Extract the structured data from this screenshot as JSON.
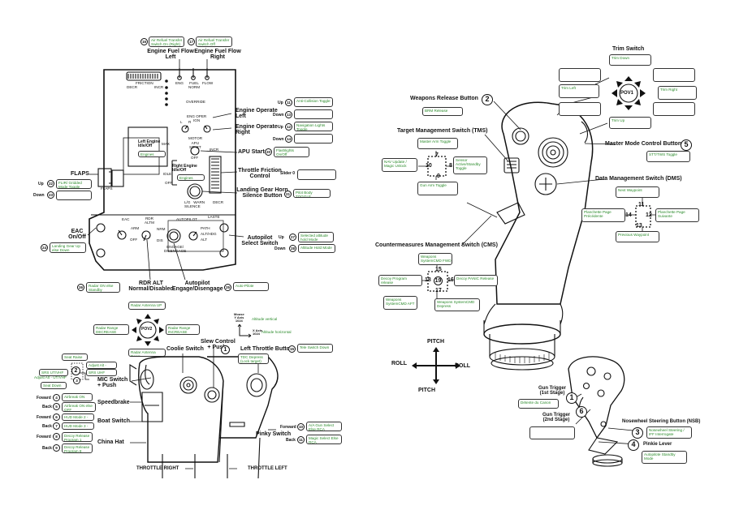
{
  "throttle_panel": {
    "engine_fuel_flow_left": "Engine Fuel Flow\nLeft",
    "engine_fuel_flow_right": "Engine Fuel Flow\nRight",
    "fuel_left_box": "Air Refuel Transfer\nSwitch On (Right)",
    "fuel_right_box": "Air Refuel Transfer\nSwitch Off",
    "num_fuel_left": "16",
    "num_fuel_right": "17",
    "panel_friction": "FRICTION",
    "panel_decr": "DECR",
    "panel_incr": "INCR",
    "panel_eng": "ENG",
    "panel_fuel_norm": "FUEL\nNORM",
    "panel_flow": "FLOW",
    "panel_override": "OVERRIDE",
    "panel_eng_oper": "ENG OPER\nIGN",
    "panel_motor": "MOTOR",
    "panel_apu": "APU\nSTART",
    "panel_off": "OFF",
    "panel_max": "MAX",
    "panel_idle": "IDLE",
    "panel_flaps": "FLAPS",
    "panel_laste": "LASTE",
    "panel_eac": "EAC",
    "panel_arm": "ARM",
    "panel_rdr_altm": "RDR\nALTM",
    "panel_nrm": "NRM",
    "panel_dis": "DIS",
    "panel_autopilot": "AUTOPILOT",
    "panel_engage": "ENGAGE/\nDISENGAGE",
    "panel_path": "PATH",
    "panel_alt_hdg": "ALT/HDG",
    "panel_alt": "ALT",
    "panel_l_r": "L      R",
    "panel_lg_silence": "L/G   WARN\nSILENCE",
    "panel_left_engine": "Left Engine\nIdle/Off",
    "panel_right_engine": "Right Engine\nIdle/Off",
    "left_engine_box": "Engines STOP",
    "right_engine_box": "Engines STOP",
    "engine_operate_left": "Engine Operate\nLeft",
    "engine_operate_right": "Engine Operate\nRight",
    "eo_up": "Up",
    "eo_down": "Down",
    "eo_up2": "Up",
    "eo_down2": "Down",
    "eo_box1": "Anti-Collision Toggle",
    "eo_box2": "",
    "eo_box3": "Navigation Lights\nToggle",
    "eo_box4": "",
    "num_eo1": "11",
    "num_eo2": "13",
    "num_eo3": "12",
    "num_eo4": "14",
    "apu_start": "APU Start",
    "apu_box": "Flashlights\nOn/Off",
    "num_apu": "20",
    "throttle_friction": "Throttle Friction\nControl",
    "slider": "Slider 0",
    "slider_box": "",
    "landing_gear": "Landing Gear Horn\nSilence Button",
    "landing_gear_box": "Pilot Body TOGGLE",
    "num_landing": "21",
    "flaps": "FLAPS",
    "flaps_up": "Up",
    "flaps_down": "Down",
    "flaps_box_up": "FLIR/ Gridded\nMode Toggle",
    "flaps_box_down": "",
    "num_flaps_up": "22",
    "num_flaps_down": "23",
    "eac": "EAC\nOn/Off",
    "eac_box": "Landing Gear Up\nelse Down",
    "num_eac": "24",
    "autopilot_select": "Autopilot\nSelect Switch",
    "ap_up": "Up",
    "ap_down": "Down",
    "ap_box_up": "Selected altitude\nhold Mode",
    "ap_box_down": "Altitude Hold Mode",
    "num_ap_up": "27",
    "num_ap_down": "28",
    "rdr_alt": "RDR ALT\nNormal/Disabled",
    "rdr_box": "Radar ON else\nStandby",
    "num_rdr": "26",
    "autopilot_engage": "Autopilot\nEngage/Disengage",
    "ap_engage_box": "Auto-Pilote",
    "num_ap_engage": "25"
  },
  "throttle_grip": {
    "pov2_up": "Radar Antenna UP",
    "pov2_left": "Radar Range\nDECREASE",
    "pov2_right": "Radar Range\nINCREASE",
    "pov2_down": "Radar Antenna Down",
    "pov2_label": "POV2",
    "mouse_axis": "Mouse\nY Axis\n1024",
    "mouse_x": "X Axis\n1024",
    "alt_vertical": "Altitude vertical",
    "alt_horizontal": "Altitude horizontal",
    "coolie_switch": "Coolie Switch",
    "slew_control": "Slew Control\n+ Push",
    "slew_box": "TDC Depress\n(Lock target)",
    "num_slew": "1",
    "left_throttle_button": "Left Throttle Button",
    "ltb_box": "Tele Switch Down",
    "num_ltb": "15",
    "seat_raise": "Seat Raise",
    "mic_ahf": "Adjust Alt - UHF",
    "mic_vhf": "SRS UHF",
    "mic_srs": "SRS UT/VHF",
    "mic_adjust": "Adjust Alt - UT/VHF",
    "seat_down": "Seat Down",
    "num_mic": "2",
    "num_mic_push": "3",
    "mic_switch": "MIC Switch\n+ Push",
    "speedbrake": "Speedbrake",
    "sb_forward": "Foward",
    "sb_back": "Back",
    "sb_box_f": "Airbreak ON",
    "sb_box_b": "Airbreak ON else\nOFF",
    "num_sb_f": "4",
    "num_sb_b": "5",
    "boat_switch": "Boat Switch",
    "boat_forward": "Foward",
    "boat_back": "Back",
    "boat_box_f": "HUD Mode 2 - Nav",
    "boat_box_b": "HUD Mode 3 - Tac",
    "num_boat_f": "6",
    "num_boat_b": "7",
    "china_hat": "China Hat",
    "ch_forward": "Foward",
    "ch_back": "Back",
    "ch_box_f": "Decoy Release\nProgram 1",
    "ch_box_b": "Decoy Release\nProgram 8",
    "num_ch_f": "8",
    "num_ch_b": "9",
    "pinky_switch": "Pinky Switch",
    "pinky_forward": "Forward",
    "pinky_back": "Back",
    "pinky_box_f": "A/A Gun Select\nElse RCA",
    "pinky_box_b": "Magic Select Else\nRCA",
    "num_pinky_f": "10",
    "num_pinky_b": "11",
    "throttle_right": "THROTTLE RIGHT",
    "throttle_left": "THROTTLE LEFT"
  },
  "stick": {
    "trim_switch": "Trim Switch",
    "trim_down": "Trim Down",
    "trim_left": "Trim Left",
    "trim_right": "Trim Right",
    "trim_up": "Trim Up",
    "pov1": "POV1",
    "weapons_release": "Weapons Release Button",
    "num_weapons": "2",
    "weapons_box": "BRM Release",
    "tms": "Target Management Switch (TMS)",
    "tms_up": "Master Arm Toggle",
    "tms_left": "NAV Update /\nMagic Unlock",
    "tms_right": "Sensor\nActive/Standby\nToggle",
    "tms_down": "Gun Arm Toggle",
    "tms_7": "7",
    "tms_8": "8",
    "tms_9": "9",
    "tms_10": "10",
    "master_mode": "Master Mode Control Button",
    "num_master": "5",
    "master_box": "STT/TWS Toggle",
    "dms": "Data Management Switch (DMS)",
    "dms_up": "Next Waypoint",
    "dms_left": "Planchette Page\nPrécédente",
    "dms_right": "Planchette Page\nSuivante",
    "dms_down": "Previous Waypoint",
    "dms_11": "11",
    "dms_12": "12",
    "dms_13": "13",
    "dms_14": "14",
    "cms": "Countermeasures Management Switch (CMS)",
    "cms_up": "Weapons\nSystemCMD FWD",
    "cms_left": "Decoy Program release",
    "cms_right": "Decoy PANIC Release",
    "cms_dl": "Weapons\nSystemCMD AFT",
    "cms_dr": "Weapons SystemCMD\nDepress",
    "cms_15": "15",
    "cms_16": "16",
    "cms_17": "17",
    "cms_18": "18",
    "cms_19": "19",
    "pitch_top": "PITCH",
    "pitch_bottom": "PITCH",
    "roll_left": "ROLL",
    "roll_right": "ROLL",
    "gun_trigger_1": "Gun Trigger\n(1st Stage)",
    "gun_box_1": "Détente du Canon",
    "num_gun1": "1",
    "gun_trigger_2": "Gun Trigger\n(2nd Stage)",
    "gun_box_2": "",
    "num_gun2": "6",
    "nsb": "Nosewheel Steering Button (NSB)",
    "nsb_box": "Nosewheel Steering /\nIFF Interrogate",
    "num_nsb": "3",
    "pinkie": "Pinkie Lever",
    "pinkie_box": "Autopilote Standby\nMode",
    "num_pinkie": "4"
  }
}
